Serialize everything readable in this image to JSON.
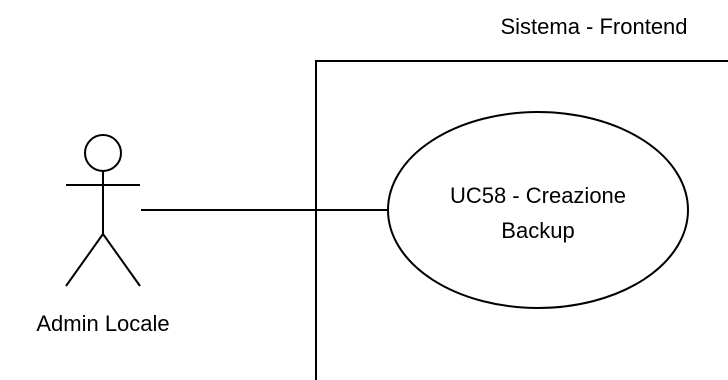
{
  "system": {
    "title": "Sistema - Frontend"
  },
  "actor": {
    "name": "Admin Locale"
  },
  "use_case": {
    "line1": "UC58 - Creazione",
    "line2": "Backup"
  }
}
